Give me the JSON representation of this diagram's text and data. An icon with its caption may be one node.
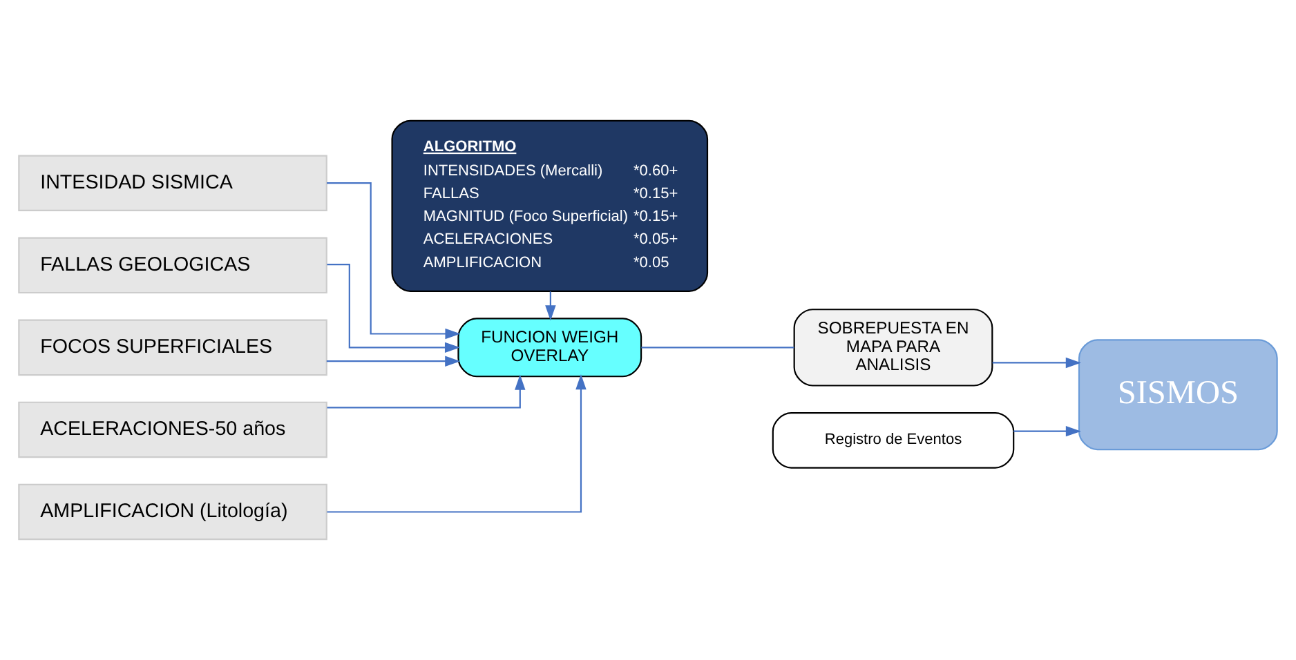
{
  "diagram": {
    "nodes": [
      {
        "text": [
          "INTESIDAD SISMICA"
        ]
      },
      {
        "text": [
          "FALLAS GEOLOGICAS"
        ]
      },
      {
        "text": [
          "FOCOS SUPERFICIALES"
        ]
      },
      {
        "text": [
          "ACELERACIONES-50 años"
        ]
      },
      {
        "text": [
          "AMPLIFICACION (Litología)"
        ]
      },
      {
        "text": [
          "ALGORITMO",
          "INTENSIDADES (Mercalli)",
          "*0.60+",
          "FALLAS",
          "*0.15+",
          "MAGNITUD (Foco Superficial)",
          "*0.15+",
          "ACELERACIONES",
          "*0.05+",
          "AMPLIFICACION",
          "*0.05"
        ]
      },
      {
        "text": [
          "FUNCION WEIGH OVERLAY"
        ]
      },
      {
        "text": [
          "SOBREPUESTA EN MAPA PARA ANALISIS"
        ]
      },
      {
        "text": [
          "SISMOS"
        ]
      },
      {
        "text": [
          "Registro de Eventos"
        ]
      }
    ],
    "edges": [
      {
        "from": 0,
        "to": 6,
        "arrow": "to"
      },
      {
        "from": 1,
        "to": 6,
        "arrow": "to"
      },
      {
        "from": 2,
        "to": 6,
        "arrow": "to"
      },
      {
        "from": 3,
        "to": 6,
        "arrow": "to"
      },
      {
        "from": 4,
        "to": 6,
        "arrow": "to"
      },
      {
        "from": 5,
        "to": 6,
        "arrow": "to"
      },
      {
        "from": 6,
        "to": 7,
        "arrow": "none"
      },
      {
        "from": 7,
        "to": 8,
        "arrow": "to"
      },
      {
        "from": 9,
        "to": 8,
        "arrow": "to"
      }
    ]
  }
}
